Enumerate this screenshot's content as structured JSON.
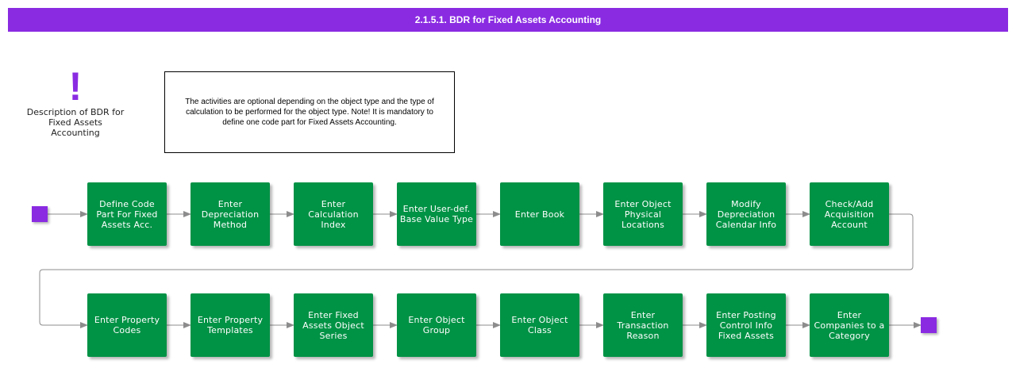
{
  "title": "2.1.5.1. BDR for Fixed Assets Accounting",
  "description": {
    "icon": "exclamation-icon",
    "symbol": "!",
    "label": "Description of BDR for Fixed Assets Accounting"
  },
  "note": "The activities are optional depending on the object type and the type of calculation to be performed for the object type. Note! It is mandatory to define one code part for Fixed Assets Accounting.",
  "colors": {
    "header": "#8a2be2",
    "activity": "#009245",
    "terminal": "#8a2be2",
    "connector": "#8c8c8c"
  },
  "row1": [
    "Define Code Part For Fixed Assets Acc.",
    "Enter Depreciation Method",
    "Enter Calculation Index",
    "Enter User-def. Base Value Type",
    "Enter Book",
    "Enter Object Physical Locations",
    "Modify Depreciation Calendar Info",
    "Check/Add Acquisition Account"
  ],
  "row2": [
    "Enter Property Codes",
    "Enter Property Templates",
    "Enter Fixed Assets Object Series",
    "Enter Object Group",
    "Enter Object Class",
    "Enter Transaction Reason",
    "Enter Posting Control Info Fixed Assets",
    "Enter Companies to a Category"
  ]
}
